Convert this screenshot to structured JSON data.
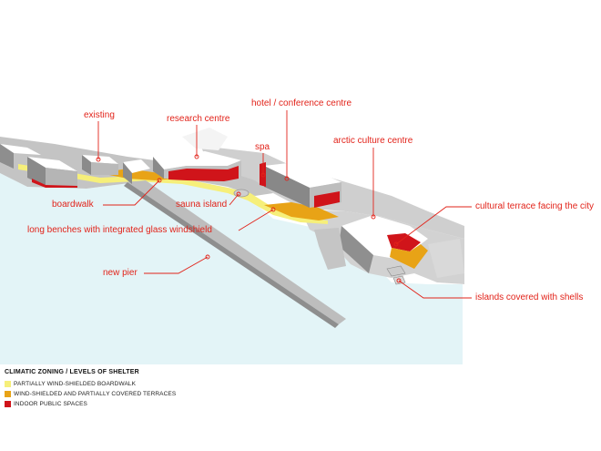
{
  "labels": {
    "existing": "existing",
    "research_centre": "research centre",
    "hotel_conference": "hotel / conference centre",
    "spa": "spa",
    "arctic_culture": "arctic culture centre",
    "boardwalk": "boardwalk",
    "sauna_island": "sauna island",
    "long_benches": "long benches with integrated glass windshield",
    "cultural_terrace": "cultural terrace facing the city",
    "new_pier": "new pier",
    "islands_shells": "islands covered with shells"
  },
  "legend": {
    "title": "CLIMATIC ZONING / LEVELS OF SHELTER",
    "items": [
      {
        "label": "PARTIALLY WIND-SHIELDED BOARDWALK",
        "color": "#f6ef7a"
      },
      {
        "label": "WIND-SHIELDED AND PARTIALLY COVERED TERRACES",
        "color": "#e8a316"
      },
      {
        "label": "INDOOR PUBLIC SPACES",
        "color": "#d0141a"
      }
    ]
  },
  "colors": {
    "water": "#e3f4f7",
    "annotation": "#e2231a",
    "building_top": "#ffffff",
    "building_side": "#9a9a9a",
    "ground": "#c9c9c9"
  }
}
